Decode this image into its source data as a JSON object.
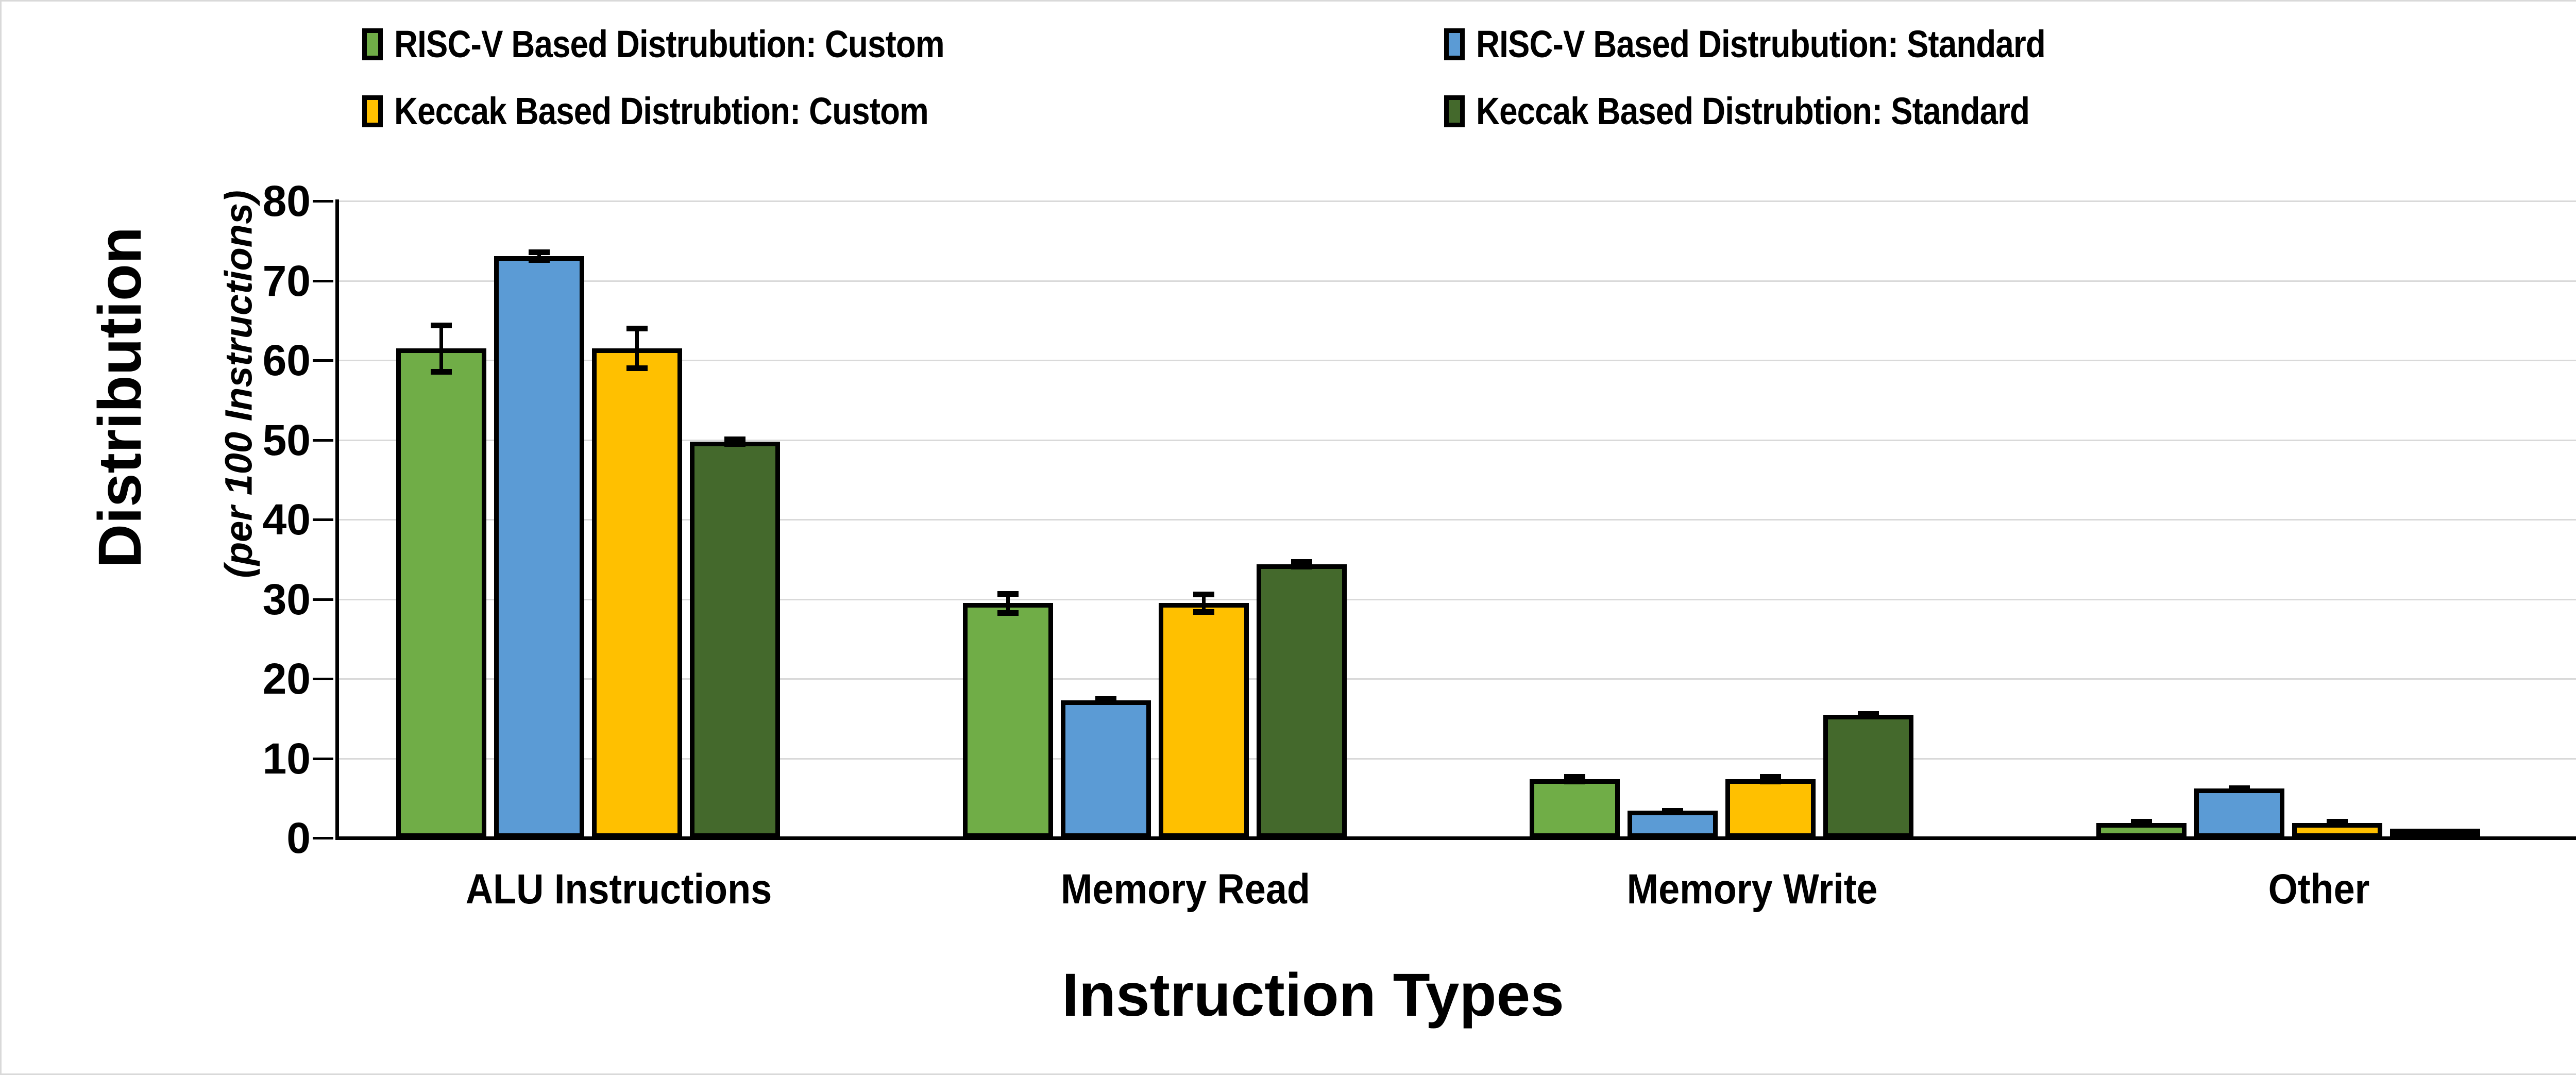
{
  "legend": {
    "items": [
      {
        "label": "RISC-V Based Distrubution:  Custom",
        "color": "#70ad47",
        "icon": "legend-swatch-green"
      },
      {
        "label": "Keccak Based Distrubtion:  Custom",
        "color": "#ffc000",
        "icon": "legend-swatch-yellow"
      },
      {
        "label": "RISC-V Based Distrubution: Standard",
        "color": "#5b9bd5",
        "icon": "legend-swatch-blue"
      },
      {
        "label": "Keccak Based Distrubtion: Standard",
        "color": "#44692c",
        "icon": "legend-swatch-darkgreen"
      }
    ]
  },
  "axes": {
    "y_title_main": "Distribution",
    "y_title_sub": "(per 100 Instructions)",
    "x_title": "Instruction Types",
    "y_ticks": [
      "80",
      "70",
      "60",
      "50",
      "40",
      "30",
      "20",
      "10",
      "0"
    ]
  },
  "chart_data": {
    "type": "bar",
    "title": "",
    "xlabel": "Instruction Types",
    "ylabel": "Distribution (per 100 Instructions)",
    "ylim": [
      0,
      80
    ],
    "ytick_step": 10,
    "grid": true,
    "legend_position": "top",
    "categories": [
      "ALU Instructions",
      "Memory Read",
      "Memory Write",
      "Other"
    ],
    "series": [
      {
        "name": "RISC-V Based Distrubution:  Custom",
        "color": "#70ad47",
        "values": [
          61.5,
          29.5,
          7.4,
          1.9
        ],
        "errors": [
          2.9,
          1.2,
          0.3,
          0.15
        ]
      },
      {
        "name": "RISC-V Based Distrubution: Standard",
        "color": "#5b9bd5",
        "values": [
          73.1,
          17.3,
          3.4,
          6.2
        ],
        "errors": [
          0.5,
          0.2,
          0.05,
          0.05
        ]
      },
      {
        "name": "Keccak Based Distrubtion:  Custom",
        "color": "#ffc000",
        "values": [
          61.5,
          29.5,
          7.4,
          1.9
        ],
        "errors": [
          2.5,
          1.1,
          0.3,
          0.15
        ]
      },
      {
        "name": "Keccak Based Distrubtion: Standard",
        "color": "#44692c",
        "values": [
          49.8,
          34.4,
          15.5,
          0.5
        ],
        "errors": [
          0.3,
          0.3,
          0.1,
          0.05
        ]
      }
    ]
  }
}
